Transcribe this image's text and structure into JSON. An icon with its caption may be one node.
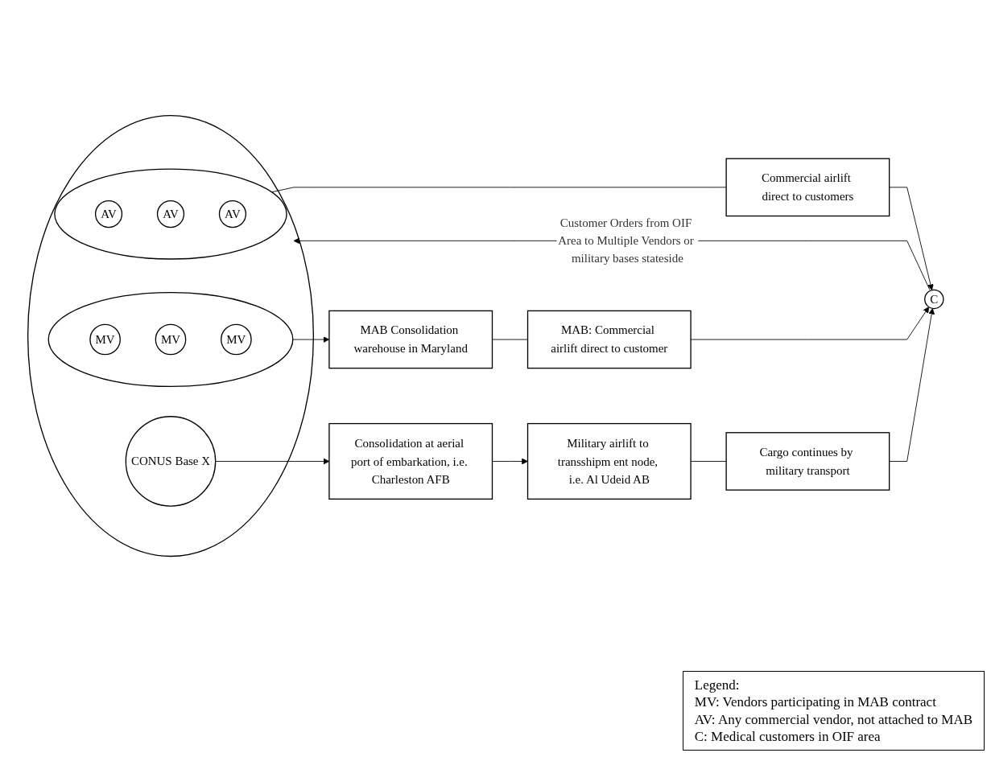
{
  "diagram": {
    "nodes": [
      {
        "text": [],
        "shape": "circle"
      },
      {
        "text": [],
        "shape": "circle",
        "in": 0
      },
      {
        "text": [
          "MV"
        ],
        "in": 1
      },
      {
        "text": [
          "MV"
        ],
        "in": 1
      },
      {
        "text": [
          "MV"
        ],
        "in": 1
      },
      {
        "text": [],
        "shape": "circle",
        "in": 0
      },
      {
        "text": [
          "AV"
        ],
        "in": 5
      },
      {
        "text": [
          "AV"
        ],
        "in": 5
      },
      {
        "text": [
          "AV"
        ],
        "in": 5
      },
      {
        "text": [
          "CONUS Base X"
        ],
        "in": 0
      },
      {
        "text": [
          "MAB Consolidation warehouse in Maryland"
        ]
      },
      {
        "text": [
          "MAB: Commercial airlift direct to customer"
        ]
      },
      {
        "text": [
          "C"
        ]
      },
      {
        "text": [
          "Commercial airlift direct to customers"
        ]
      },
      {
        "text": [
          "Consolidation at aerial port of embarkation, i.e. Charleston AFB"
        ]
      },
      {
        "text": [
          "Military airlift to transshipm ent node, i.e. Al Udeid AB"
        ]
      },
      {
        "text": [
          "Cargo continues by military transport"
        ]
      }
    ],
    "edges": [
      {
        "from": 12,
        "to": 0,
        "arrow": "to",
        "label": "Customer Orders from OIF Area to Multiple Vendors or military bases stateside"
      },
      {
        "from": 1,
        "to": 10,
        "arrow": "to"
      },
      {
        "from": 10,
        "to": 11,
        "arrow": "none"
      },
      {
        "from": 11,
        "to": 12,
        "arrow": "to"
      },
      {
        "from": 5,
        "to": 13,
        "arrow": "none"
      },
      {
        "from": 13,
        "to": 12,
        "arrow": "to"
      },
      {
        "from": 9,
        "to": 14,
        "arrow": "to"
      },
      {
        "from": 14,
        "to": 15,
        "arrow": "to"
      },
      {
        "from": 15,
        "to": 16,
        "arrow": "none"
      },
      {
        "from": 16,
        "to": 12,
        "arrow": "to"
      }
    ],
    "labels": [
      "Legend:",
      "MV: Vendors participating in MAB contract",
      "AV: Any commercial vendor, not attached to MAB",
      "C: Medical customers in OIF area"
    ]
  }
}
